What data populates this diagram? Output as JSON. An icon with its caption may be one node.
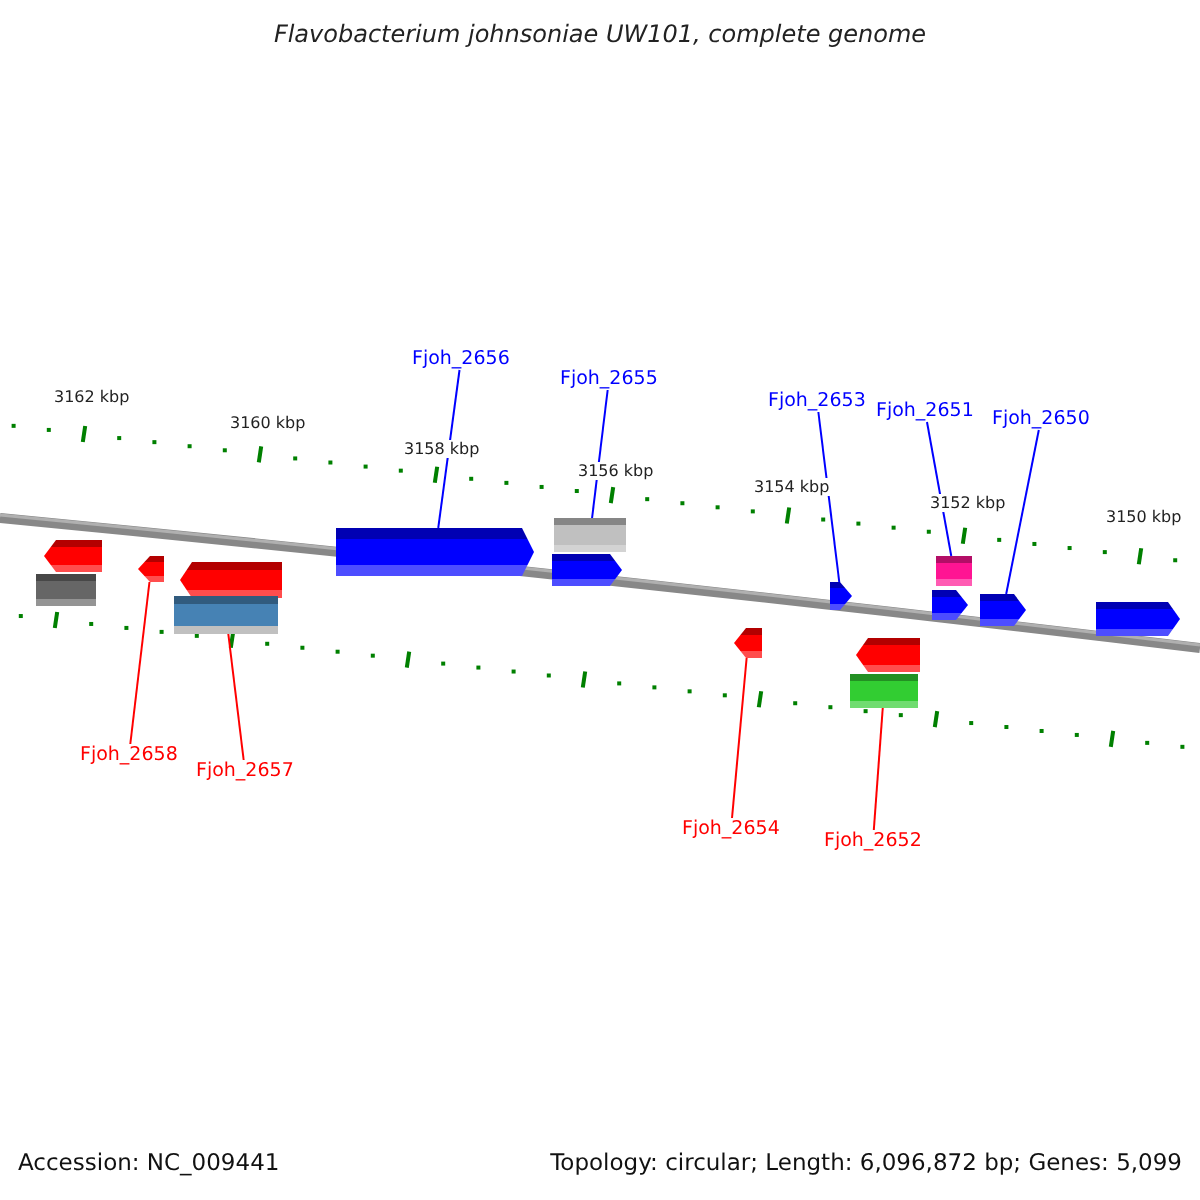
{
  "diagram": {
    "title": "Flavobacterium johnsoniae UW101, complete genome",
    "nodes": [
      {
        "text": [
          "Fjoh_2656"
        ]
      },
      {
        "text": [
          "Fjoh_2655"
        ]
      },
      {
        "text": [
          "Fjoh_2653"
        ]
      },
      {
        "text": [
          "Fjoh_2651"
        ]
      },
      {
        "text": [
          "Fjoh_2650"
        ]
      },
      {
        "text": [],
        "shape": "arrow"
      },
      {
        "text": [],
        "shape": "box"
      },
      {
        "text": [],
        "shape": "arrow"
      },
      {
        "text": [],
        "shape": "arrow"
      },
      {
        "text": [],
        "shape": "box"
      },
      {
        "text": [],
        "shape": "arrow"
      },
      {
        "text": [],
        "shape": "box"
      },
      {
        "text": [],
        "shape": "arrow"
      },
      {
        "text": [],
        "shape": "arrow"
      },
      {
        "text": [],
        "shape": "box"
      },
      {
        "text": [],
        "shape": "arrow"
      },
      {
        "text": [],
        "shape": "arrow"
      },
      {
        "text": [],
        "shape": "arrow"
      },
      {
        "text": [],
        "shape": "arrow"
      },
      {
        "text": [],
        "shape": "arrow"
      },
      {
        "text": [],
        "shape": "box"
      },
      {
        "text": [
          "Fjoh_2658"
        ]
      },
      {
        "text": [
          "Fjoh_2657"
        ]
      },
      {
        "text": [
          "Fjoh_2654"
        ]
      },
      {
        "text": [
          "Fjoh_2652"
        ]
      }
    ],
    "edges": [
      {
        "from": 0,
        "to": 10,
        "arrow": "none"
      },
      {
        "from": 1,
        "to": 11,
        "arrow": "none"
      },
      {
        "from": 2,
        "to": 13,
        "arrow": "none"
      },
      {
        "from": 3,
        "to": 14,
        "arrow": "none"
      },
      {
        "from": 4,
        "to": 16,
        "arrow": "none"
      },
      {
        "from": 21,
        "to": 7,
        "arrow": "none",
        "color": "#ff0000"
      },
      {
        "from": 22,
        "to": 9,
        "arrow": "none",
        "color": "#ff0000"
      },
      {
        "from": 23,
        "to": 18,
        "arrow": "none",
        "color": "#ff0000"
      },
      {
        "from": 24,
        "to": 20,
        "arrow": "none",
        "color": "#ff0000"
      }
    ],
    "labels": [
      "3162 kbp",
      "3160 kbp",
      "3158 kbp",
      "3156 kbp",
      "3154 kbp",
      "3152 kbp",
      "3150 kbp",
      "Accession: NC_009441",
      "Topology: circular; Length: 6,096,872 bp; Genes: 5,099"
    ]
  }
}
